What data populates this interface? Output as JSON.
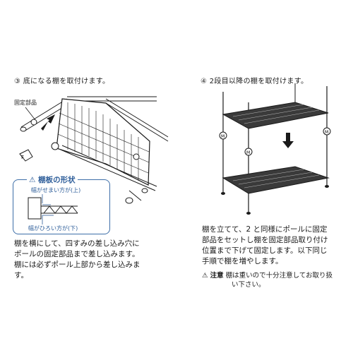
{
  "left": {
    "step_title": "③ 底になる棚を取付けます。",
    "part_label": "固定部品",
    "shape_box": {
      "title": "棚板の形状",
      "narrow_label": "幅がせまい方が",
      "narrow_mark": "上",
      "wide_label": "幅がひろい方が",
      "wide_mark": "下"
    },
    "body_lines": [
      "棚を横にして、四すみの差し込み穴に",
      "ポールの固定部品まで差し込みます。",
      "棚には必ずポール上部から差し込みま",
      "す。"
    ]
  },
  "right": {
    "step_title": "④ 2段目以降の棚を取付けます。",
    "body_lines": [
      "棚を立てて、2 と同様にポールに固定",
      "部品をセットし棚を固定部品取り付け",
      "位置まで下げて固定します。以下同じ",
      "手順で棚を増やします。"
    ],
    "note_prefix": "注意",
    "note_lines": [
      "棚は重いので十分注意してお取り扱",
      "い下さい。"
    ]
  },
  "colors": {
    "accent": "#2e5e9a",
    "ink": "#1a1a1a"
  }
}
